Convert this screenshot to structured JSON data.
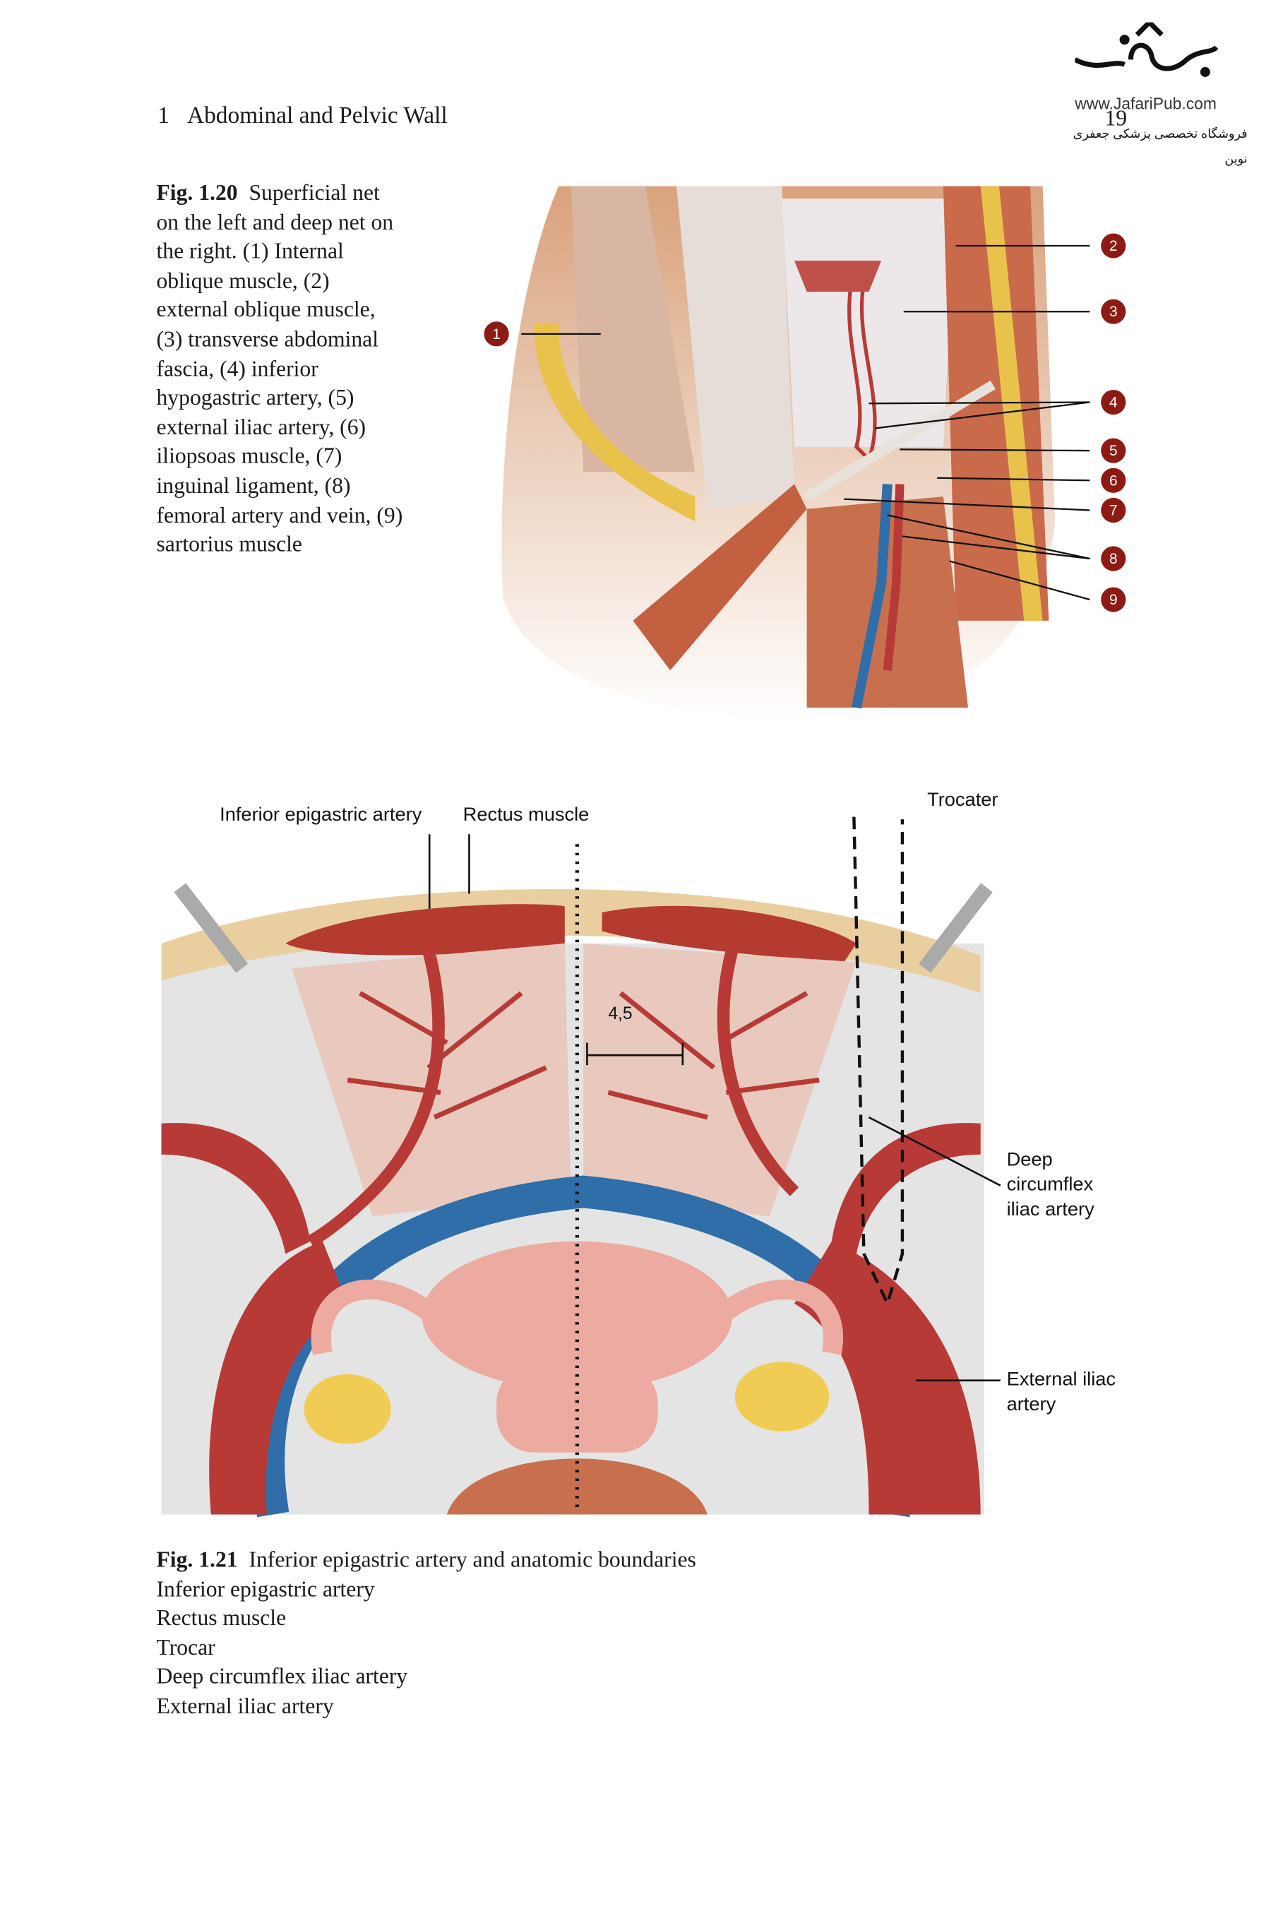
{
  "header": {
    "chapter_number": "1",
    "chapter_title": "Abdominal and Pelvic Wall",
    "page_number": "19"
  },
  "watermark": {
    "url": "www.JafariPub.com",
    "subtitle": "فروشگاه تخصصی پزشکی جعفری نوین"
  },
  "fig120": {
    "label": "Fig. 1.20",
    "caption_lines": [
      "Superficial net",
      "on the left and deep net on",
      "the right. (1) Internal",
      "oblique muscle, (2)",
      "external oblique muscle,",
      "(3) transverse abdominal",
      "fascia, (4) inferior",
      "hypogastric artery, (5)",
      "external iliac artery, (6)",
      "iliopsoas muscle, (7)",
      "inguinal ligament, (8)",
      "femoral artery and vein, (9)",
      "sartorius muscle"
    ],
    "callouts": [
      "1",
      "2",
      "3",
      "4",
      "5",
      "6",
      "7",
      "8",
      "9"
    ]
  },
  "fig121": {
    "labels": {
      "inferior_epigastric": "Inferior epigastric artery",
      "rectus": "Rectus muscle",
      "trocater": "Trocater",
      "distance": "4,5",
      "deep_circumflex": [
        "Deep",
        "circumflex",
        "iliac artery"
      ],
      "external_iliac": [
        "External iliac",
        "artery"
      ]
    },
    "label": "Fig. 1.21",
    "caption_title": "Inferior epigastric artery and anatomic boundaries",
    "caption_lines": [
      "Inferior epigastric artery",
      "Rectus muscle",
      "Trocar",
      "Deep circumflex iliac artery",
      "External iliac artery"
    ]
  },
  "colors": {
    "artery": "#b83a36",
    "vein": "#2f6ea8",
    "callout": "#8e1a14"
  }
}
